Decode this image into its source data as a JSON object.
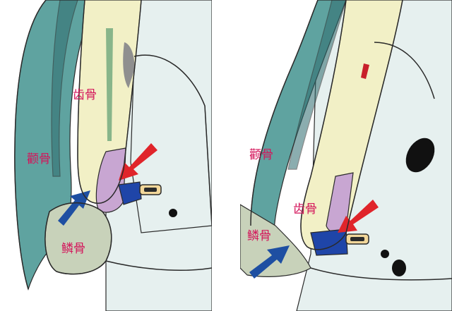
{
  "colors": {
    "label": "#d4145a",
    "temporal": "#5fa3a0",
    "temporal_dark": "#2e6b6e",
    "dentary": "#f2f0c6",
    "squamosal": "#c8d2ba",
    "skull": "#e6f0ef",
    "articular": "#c8a6d2",
    "blue_bone": "#1f45a8",
    "red_arrow": "#e0242a",
    "blue_arrow": "#1e4fa2",
    "outline": "#2a2a2a"
  },
  "left": {
    "labels": {
      "temporal": "颧骨",
      "dentary": "齿骨",
      "squamosal": "鳞骨"
    }
  },
  "right": {
    "labels": {
      "temporal": "颧骨",
      "dentary": "齿骨",
      "squamosal": "鳞骨"
    }
  }
}
